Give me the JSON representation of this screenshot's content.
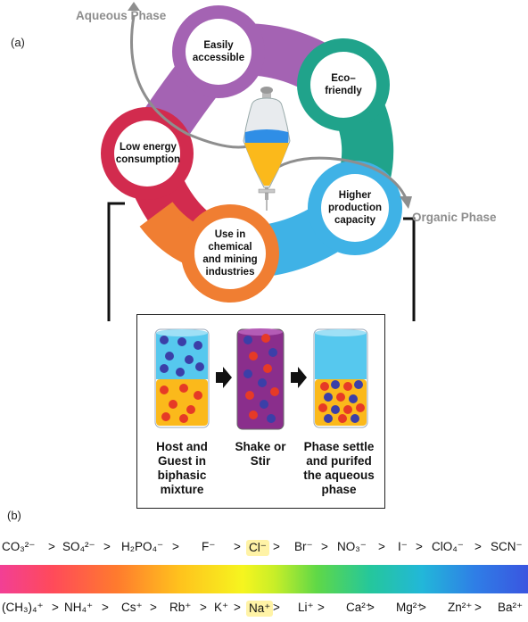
{
  "panel_labels": {
    "a": "(a)",
    "b": "(b)"
  },
  "phases": {
    "aqueous": "Aqueous Phase",
    "organic": "Organic Phase"
  },
  "advantages": [
    {
      "label": "Easily\naccessible",
      "color": "#a463b3"
    },
    {
      "label": "Eco–\nfriendly",
      "color": "#20a38b"
    },
    {
      "label": "Higher\nproduction\ncapacity",
      "color": "#3fb2e6"
    },
    {
      "label": "Use in\nchemical\nand mining\nindustries",
      "color": "#f07e32"
    },
    {
      "label": "Low energy\nconsumption",
      "color": "#d22b4e"
    }
  ],
  "process_steps": [
    {
      "label": "Host and\nGuest  in\nbiphasic\nmixture"
    },
    {
      "label": "Shake or\nStir"
    },
    {
      "label": "Phase settle\nand purifed\nthe aqueous\nphase"
    }
  ],
  "anion_series": [
    "CO₃²⁻",
    ">",
    "SO₄²⁻",
    ">",
    "H₂PO₄⁻",
    ">",
    "F⁻",
    ">",
    "Cl⁻",
    ">",
    "Br⁻",
    ">",
    "NO₃⁻",
    ">",
    "I⁻",
    ">",
    "ClO₄⁻",
    ">",
    "SCN⁻"
  ],
  "anion_highlight": "Cl⁻",
  "cation_series": [
    "(CH₃)₄⁺",
    ">",
    "NH₄⁺",
    ">",
    "Cs⁺",
    ">",
    "Rb⁺",
    ">",
    "K⁺",
    ">",
    "Na⁺",
    ">",
    "Li⁺",
    ">",
    "Ca²⁺",
    ">",
    "Mg²⁺",
    ">",
    "Zn²⁺",
    ">",
    "Ba²⁺"
  ],
  "cation_highlight": "Na⁺",
  "colors": {
    "aqueous_layer": "#56c8ee",
    "organic_layer": "#fbb91b",
    "mixed_layer": "#8a2e8c",
    "host_ball": "#3b3fa8",
    "guest_ball": "#e63a26"
  }
}
